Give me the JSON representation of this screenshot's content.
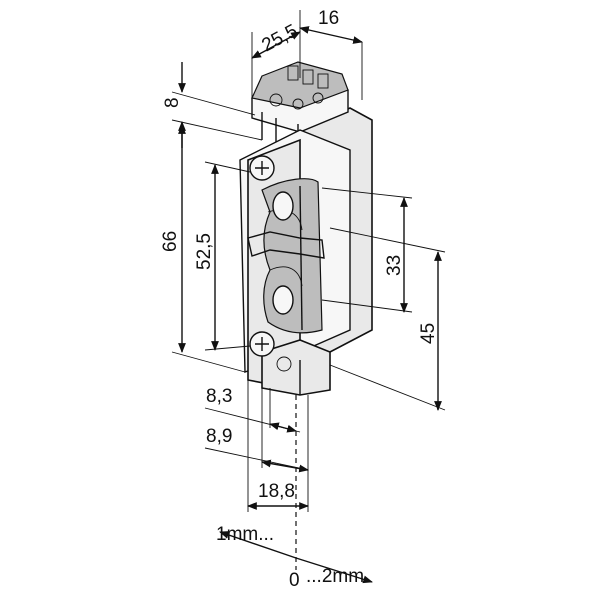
{
  "dimensions": {
    "d25_5": "25,5",
    "d16": "16",
    "d8": "8",
    "d66": "66",
    "d52_5": "52,5",
    "d33": "33",
    "d45": "45",
    "d8_3": "8,3",
    "d8_9": "8,9",
    "d18_8": "18,8"
  },
  "scale": {
    "left_label": "1mm...",
    "zero_label": "0",
    "right_label": "...2mm"
  }
}
